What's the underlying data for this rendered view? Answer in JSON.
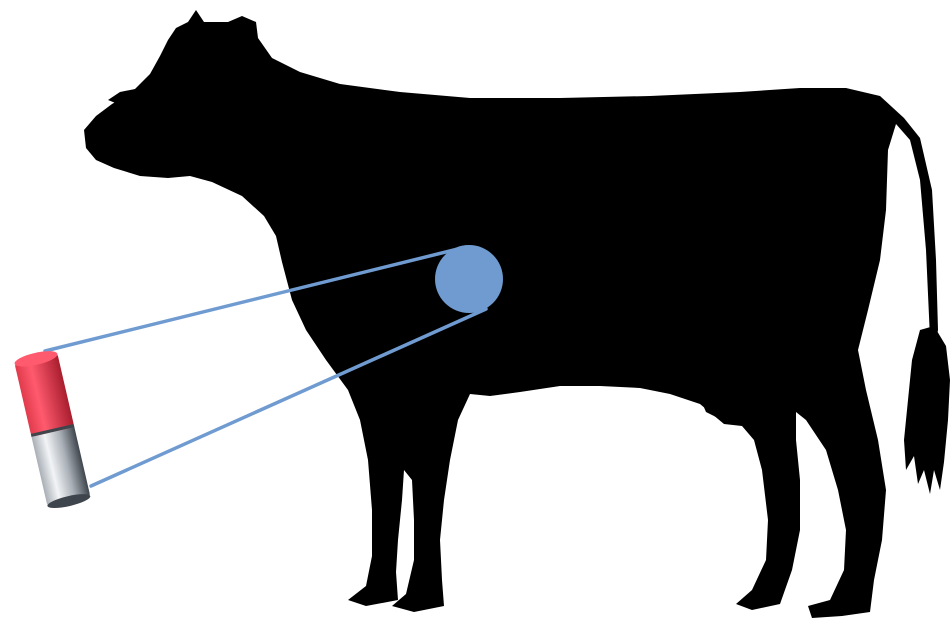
{
  "diagram": {
    "subject": "cow-silhouette",
    "inset_object": "bolus-capsule",
    "location_marker": "rumen-location"
  },
  "colors": {
    "background": "#ffffff",
    "silhouette": "#000000",
    "marker_fill": "#6f9bd1",
    "callout_line": "#6f9bd1",
    "capsule_red_top": "#ff5a6e",
    "capsule_red_mid": "#e03b4c",
    "capsule_red_dark": "#a81e2e",
    "capsule_metal_light": "#f2f4f6",
    "capsule_metal_mid": "#a9afb6",
    "capsule_metal_dark": "#3f454c"
  }
}
